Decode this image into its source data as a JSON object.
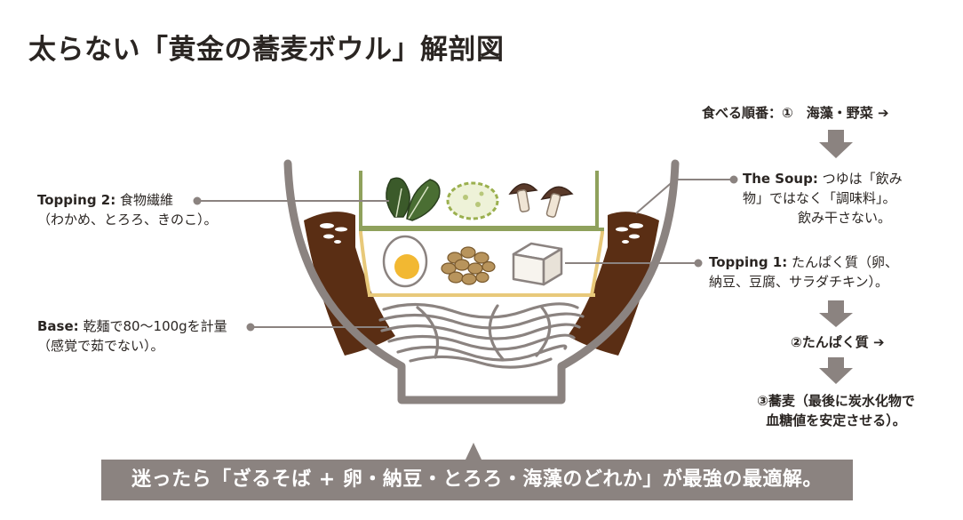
{
  "title": "太らない「黄金の蕎麦ボウル」解剖図",
  "order_heading": {
    "prefix": "食べる順番：①　海藻・野菜",
    "arrow": "➔"
  },
  "topping2": {
    "label": "Topping 2:",
    "line1_text": "食物繊維",
    "line2": "（わかめ、とろろ、きのこ）。"
  },
  "soup": {
    "label": "The Soup:",
    "line1_text": "つゆは「飲み",
    "line2": "物」ではなく「調味料」。",
    "line3": "飲み干さない。"
  },
  "topping1": {
    "label": "Topping 1:",
    "line1_text": "たんぱく質（卵、",
    "line2": "納豆、豆腐、サラダチキン）。"
  },
  "base": {
    "label": "Base:",
    "line1_text": "乾麺で80〜100gを計量",
    "line2": "（感覚で茹でない）。"
  },
  "step2": {
    "text": "②たんぱく質",
    "arrow": "➔"
  },
  "step3": {
    "line1": "③蕎麦（最後に炭水化物で",
    "line2": "血糖値を安定させる）。"
  },
  "banner": "迷ったら「ざるそば + 卵・納豆・とろろ・海藻のどれか」が最強の最適解。",
  "colors": {
    "bowl": "#8b8380",
    "soup": "#5a2e14",
    "green_layer": "#8fa15c",
    "yellow_layer": "#e8c97a",
    "noodles": "#8b8380",
    "banner_bg": "#8b8380"
  }
}
